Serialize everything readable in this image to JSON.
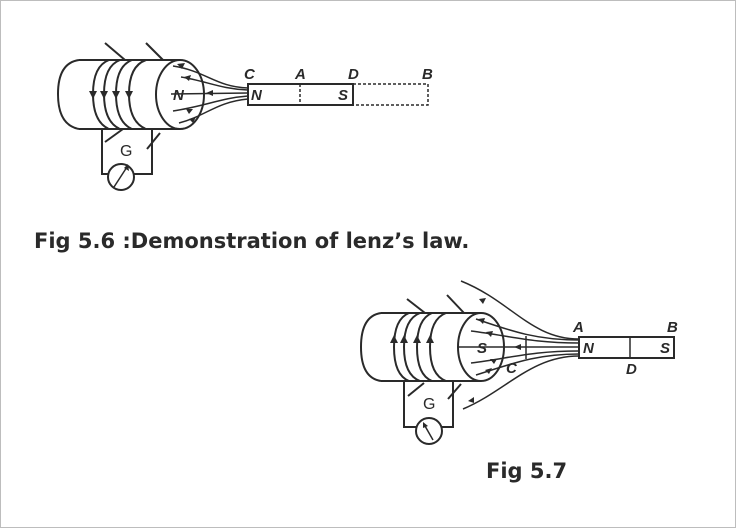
{
  "fig56": {
    "labels": {
      "C": "C",
      "A": "A",
      "D": "D",
      "B": "B",
      "N_magnet": "N",
      "S_magnet": "S",
      "N_coil": "N",
      "galvanometer": "G"
    },
    "caption": "Fig 5.6 :Demonstration of lenz’s law."
  },
  "fig57": {
    "labels": {
      "A": "A",
      "B": "B",
      "C": "C",
      "D": "D",
      "N_magnet": "N",
      "S_magnet": "S",
      "S_coil": "S",
      "galvanometer": "G"
    },
    "caption": "Fig 5.7"
  }
}
